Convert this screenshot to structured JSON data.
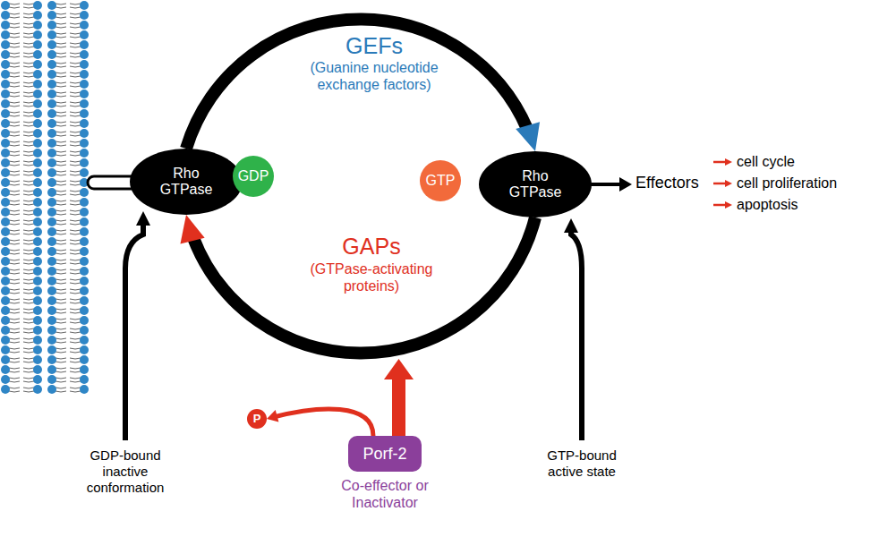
{
  "diagram": {
    "nodes": [
      {
        "text": [
          "Rho GTPase"
        ]
      },
      {
        "text": [
          "GDP"
        ],
        "in": 0
      },
      {
        "text": [
          "Rho GTPase"
        ]
      },
      {
        "text": [
          "GTP"
        ],
        "in": 2
      },
      {
        "text": [
          "Porf-2",
          "Co-effector or Inactivator"
        ]
      },
      {
        "text": [
          "P"
        ]
      }
    ],
    "edges": [
      {
        "from": 0,
        "to": 2,
        "arrow": "to"
      },
      {
        "from": 2,
        "to": 0,
        "arrow": "to"
      },
      {
        "from": 4,
        "to": 5,
        "arrow": "to"
      }
    ],
    "labels": [
      "GEFs",
      "(Guanine nucleotide exchange factors)",
      "GAPs",
      "(GTPase-activating proteins)",
      "Effectors",
      "cell cycle",
      "cell proliferation",
      "apoptosis",
      "GDP-bound inactive conformation",
      "GTP-bound active state"
    ]
  }
}
